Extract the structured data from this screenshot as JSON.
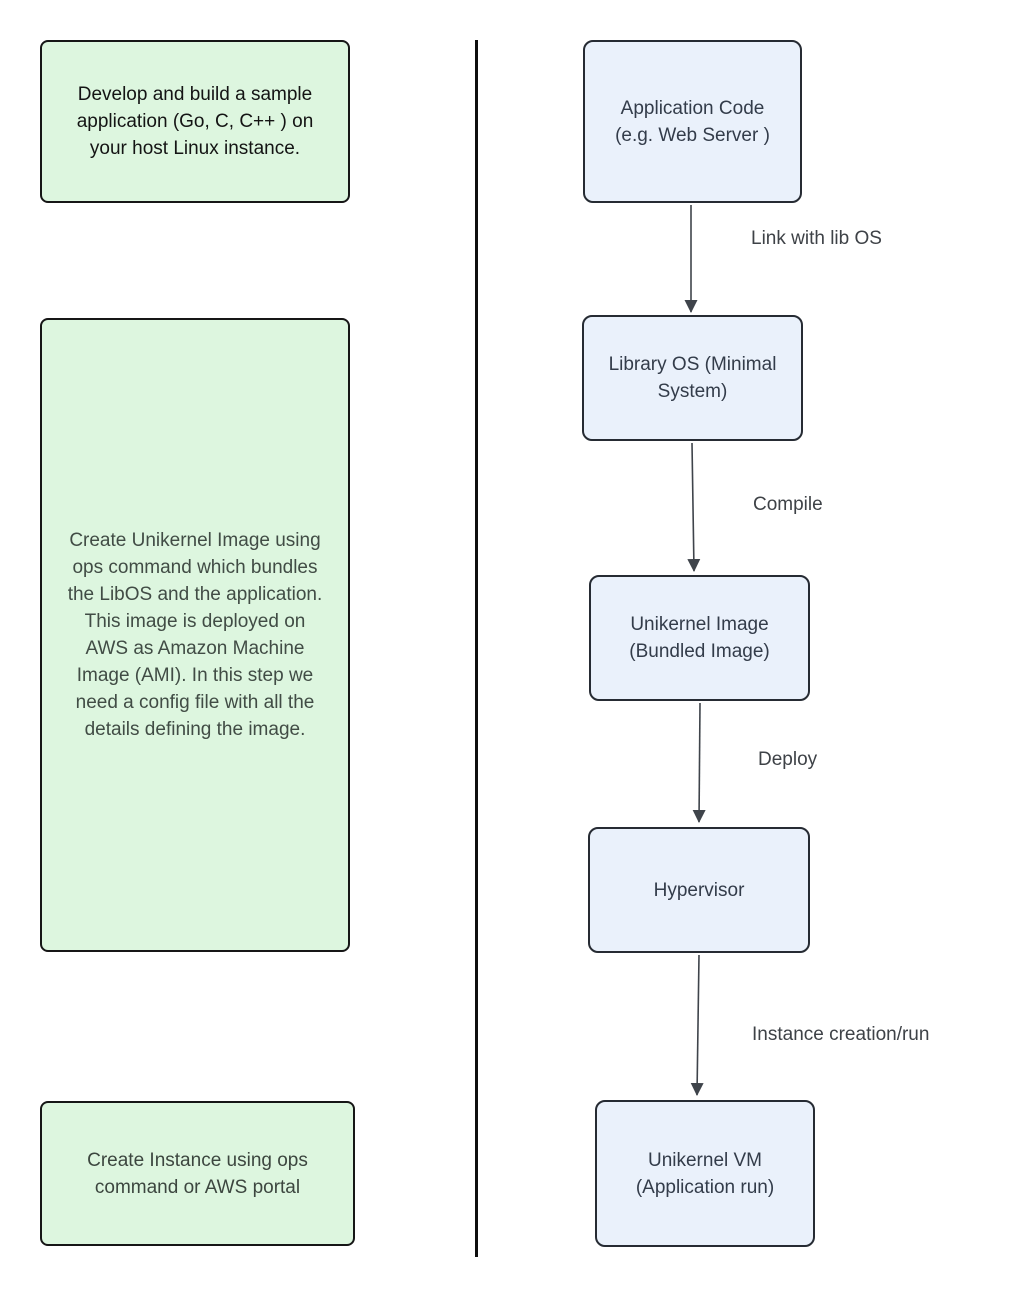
{
  "notes": [
    {
      "text": "Develop and build a sample\napplication (Go, C, C++ ) on\nyour host Linux instance."
    },
    {
      "text": "Create Unikernel Image using\nops command which bundles\nthe LibOS and the application.\nThis image is deployed on\nAWS as Amazon Machine\nImage (AMI). In this step we\nneed a config file with all the\ndetails defining the image."
    },
    {
      "text": "Create Instance using ops\ncommand or AWS portal"
    }
  ],
  "nodes": [
    {
      "label": "Application Code\n(e.g. Web Server )"
    },
    {
      "label": "Library OS (Minimal\nSystem)"
    },
    {
      "label": "Unikernel Image\n(Bundled Image)"
    },
    {
      "label": "Hypervisor"
    },
    {
      "label": "Unikernel VM\n(Application run)"
    }
  ],
  "edges": [
    {
      "label": "Link with lib OS"
    },
    {
      "label": "Compile"
    },
    {
      "label": "Deploy"
    },
    {
      "label": "Instance creation/run"
    }
  ],
  "colors": {
    "background": "#ffffff",
    "note_fill": "#ddf6df",
    "note_border": "#161616",
    "node_fill": "#eaf1fb",
    "node_border": "#262b33",
    "node_text": "#333c4a",
    "connector": "#3f444b",
    "edge_label_text": "#3e4247",
    "divider": "#0e0e0e"
  }
}
